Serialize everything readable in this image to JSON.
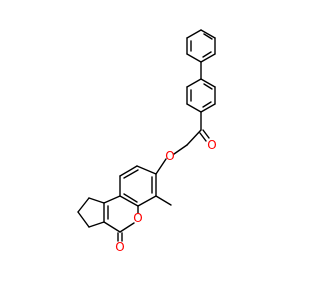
{
  "molecule": {
    "atoms": [
      {
        "id": "oxygen-ether",
        "label": "O"
      },
      {
        "id": "oxygen-ketone",
        "label": "O"
      },
      {
        "id": "oxygen-ring",
        "label": "O"
      },
      {
        "id": "oxygen-lactone",
        "label": "O"
      }
    ],
    "colors": {
      "bond": "#000000",
      "oxygen": "#ff0000",
      "background": "#ffffff"
    }
  }
}
